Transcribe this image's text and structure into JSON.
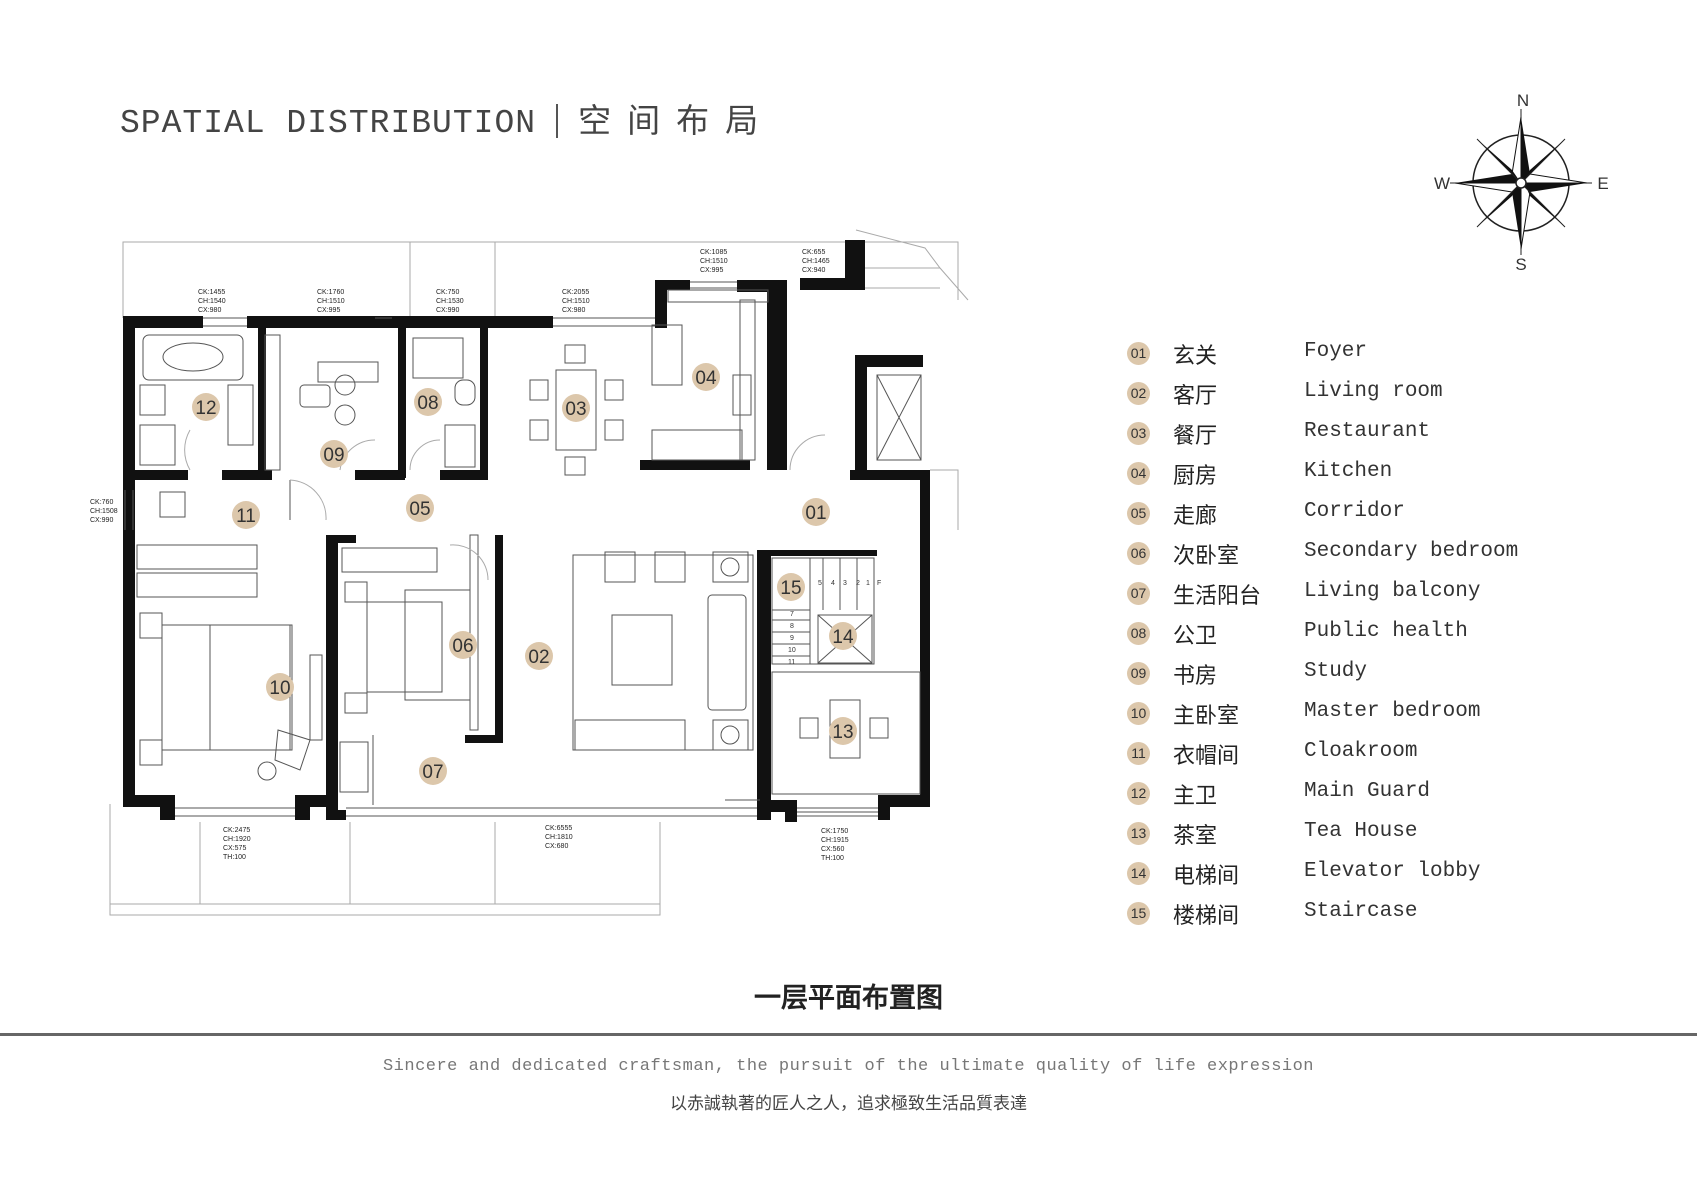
{
  "header": {
    "title_en": "SPATIAL DISTRIBUTION",
    "title_cn": "空间布局"
  },
  "compass": {
    "n": "N",
    "e": "E",
    "s": "S",
    "w": "W"
  },
  "legend": [
    {
      "num": "01",
      "cn": "玄关",
      "en": "Foyer"
    },
    {
      "num": "02",
      "cn": "客厅",
      "en": "Living room"
    },
    {
      "num": "03",
      "cn": "餐厅",
      "en": "Restaurant"
    },
    {
      "num": "04",
      "cn": "厨房",
      "en": "Kitchen"
    },
    {
      "num": "05",
      "cn": "走廊",
      "en": "Corridor"
    },
    {
      "num": "06",
      "cn": "次卧室",
      "en": "Secondary bedroom"
    },
    {
      "num": "07",
      "cn": "生活阳台",
      "en": "Living balcony"
    },
    {
      "num": "08",
      "cn": "公卫",
      "en": "Public health"
    },
    {
      "num": "09",
      "cn": "书房",
      "en": "Study"
    },
    {
      "num": "10",
      "cn": "主卧室",
      "en": "Master bedroom"
    },
    {
      "num": "11",
      "cn": "衣帽间",
      "en": "Cloakroom"
    },
    {
      "num": "12",
      "cn": "主卫",
      "en": "Main Guard"
    },
    {
      "num": "13",
      "cn": "茶室",
      "en": "Tea House"
    },
    {
      "num": "14",
      "cn": "电梯间",
      "en": "Elevator lobby"
    },
    {
      "num": "15",
      "cn": "楼梯间",
      "en": "Staircase"
    }
  ],
  "dims": {
    "w12": [
      "CK:1455",
      "CH:1540",
      "CX:980"
    ],
    "w09": [
      "CK:1760",
      "CH:1510",
      "CX:995"
    ],
    "w08": [
      "CK:750",
      "CH:1530",
      "CX:990"
    ],
    "w03": [
      "CK:2055",
      "CH:1510",
      "CX:980"
    ],
    "w04": [
      "CK:1085",
      "CH:1510",
      "CX:995"
    ],
    "w01": [
      "CK:655",
      "CH:1465",
      "CX:940"
    ],
    "w11": [
      "CK:760",
      "CH:1508",
      "CX:990"
    ],
    "w10": [
      "CK:2475",
      "CH:1920",
      "CX:575",
      "TH:100"
    ],
    "w02": [
      "CK:6555",
      "CH:1810",
      "CX:680"
    ],
    "w13": [
      "CK:1750",
      "CH:1915",
      "CX:560",
      "TH:100"
    ]
  },
  "stair": {
    "top": [
      "5",
      "4",
      "3",
      "2",
      "1",
      "F"
    ],
    "side": [
      "7",
      "8",
      "9",
      "10",
      "11"
    ]
  },
  "caption": "一层平面布置图",
  "tagline_en": "Sincere and dedicated craftsman, the pursuit of the ultimate quality of life expression",
  "tagline_cn": "以赤誠執著的匠人之人，追求極致生活品質表達"
}
